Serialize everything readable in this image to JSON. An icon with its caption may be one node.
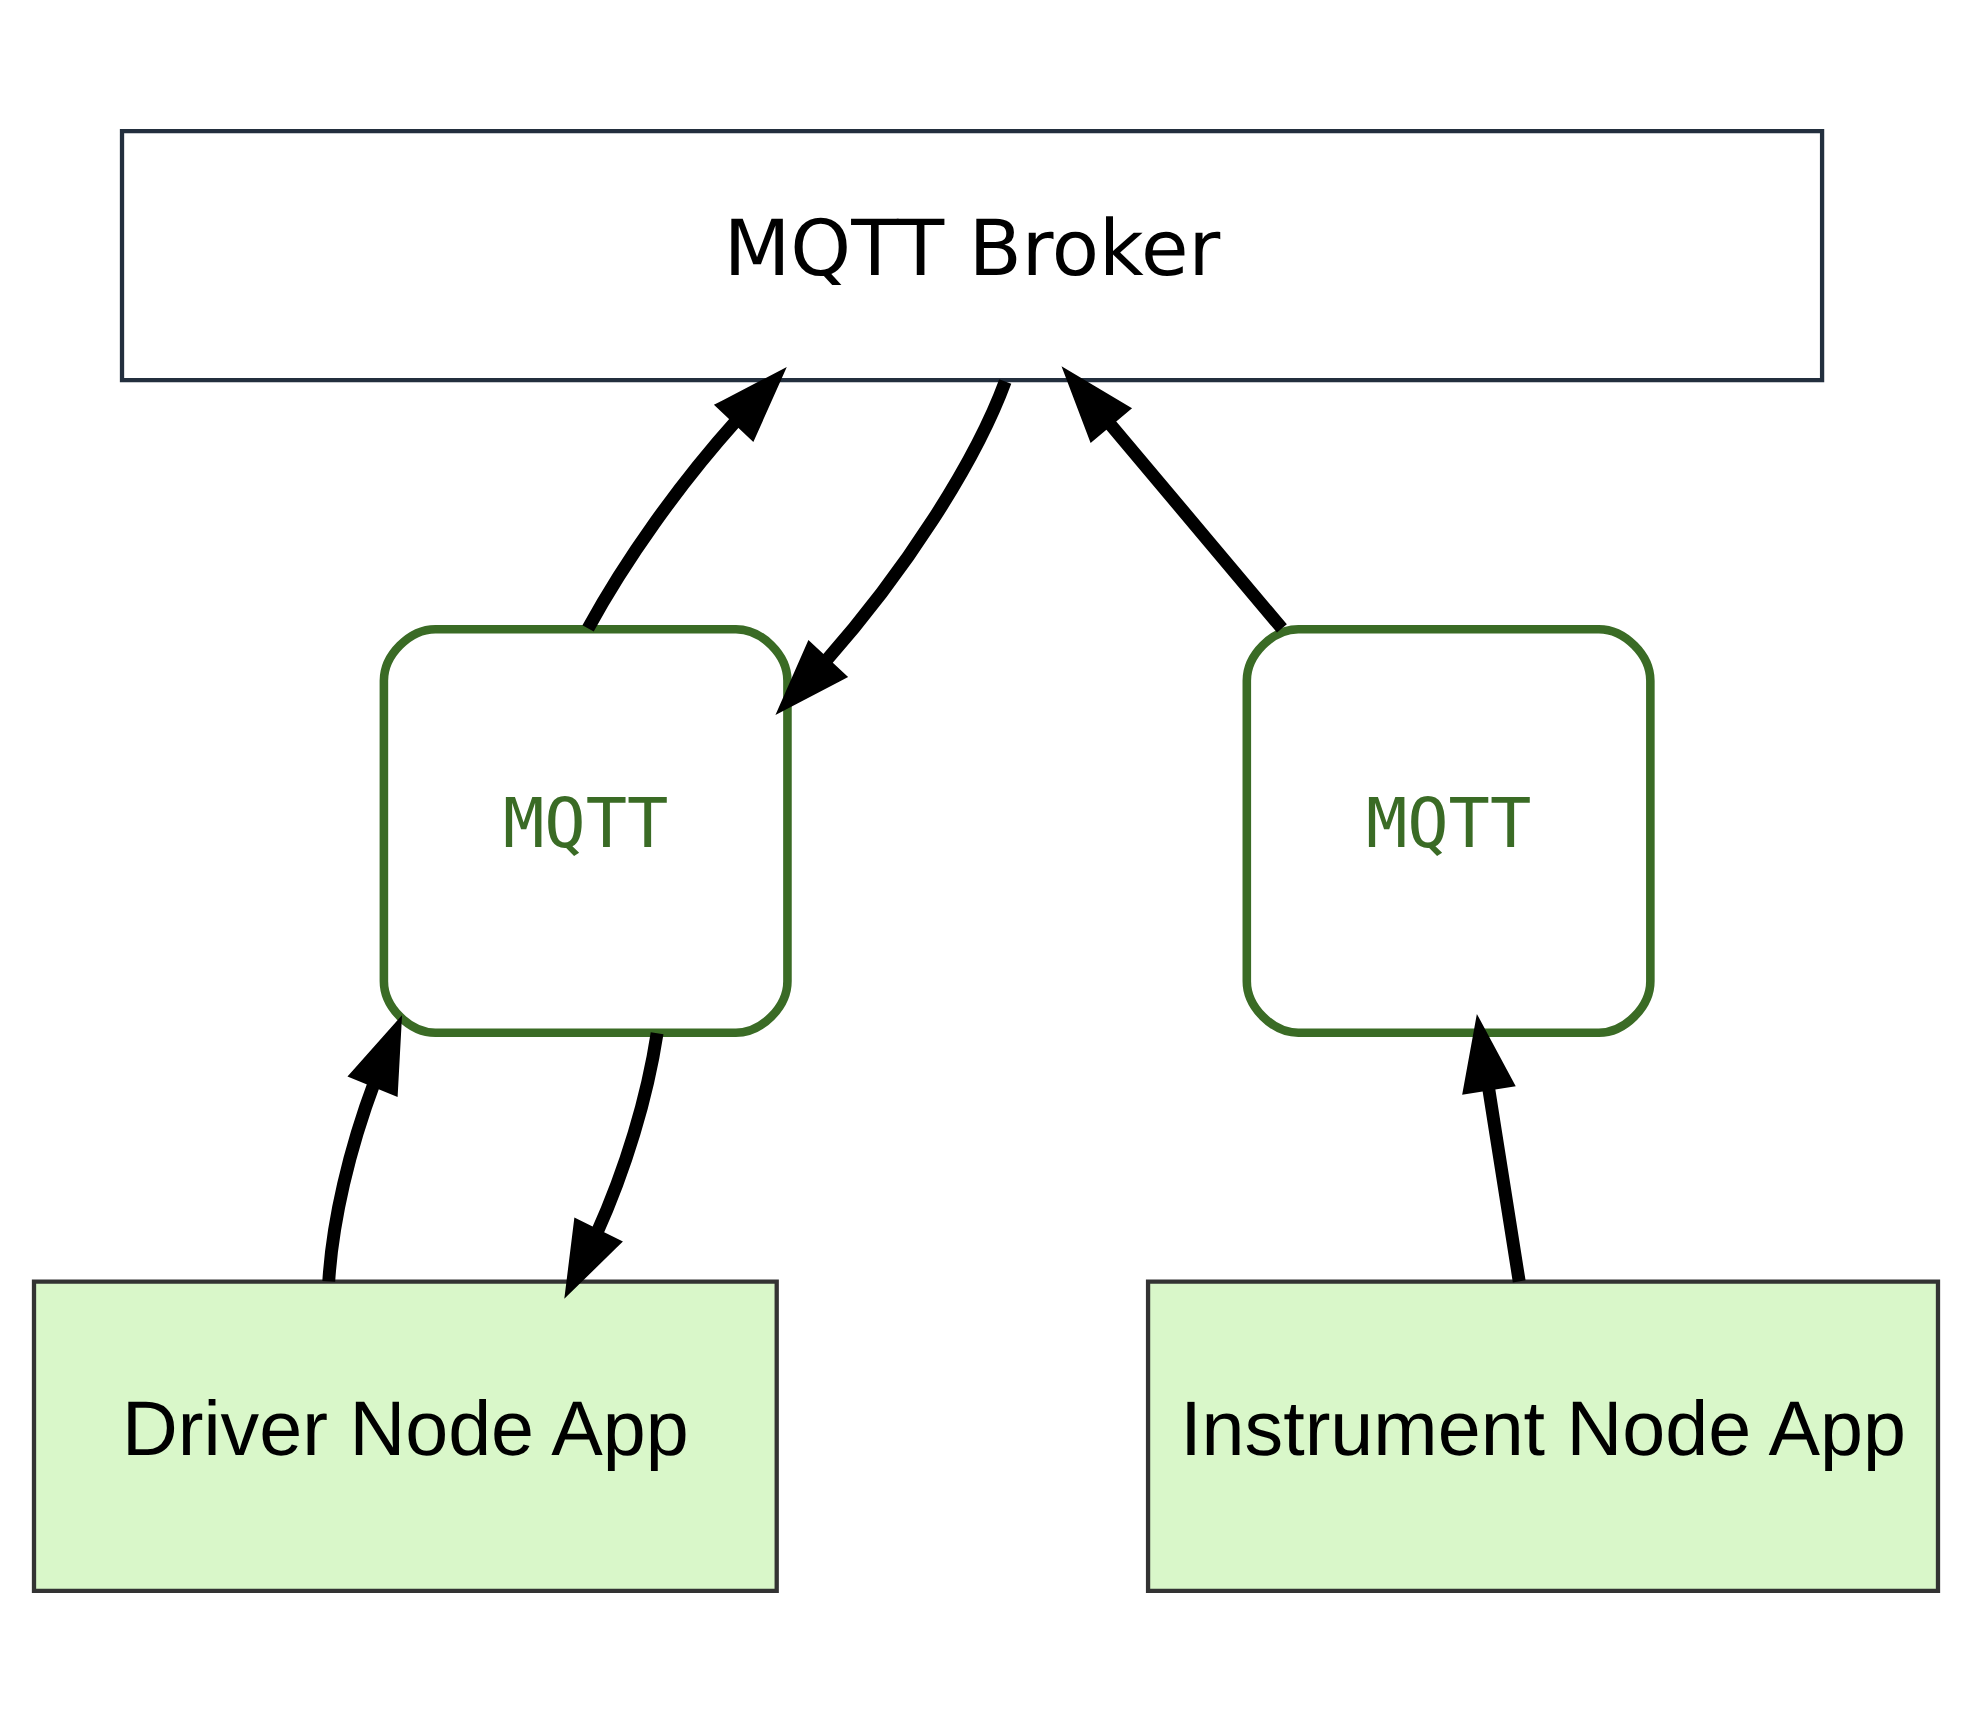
{
  "diagram": {
    "nodes": [
      {
        "text": [
          "MQTT Broker"
        ]
      },
      {
        "text": [
          "MQTT"
        ]
      },
      {
        "text": [
          "MQTT"
        ]
      },
      {
        "text": [
          "Driver Node App"
        ]
      },
      {
        "text": [
          "Instrument Node App"
        ]
      }
    ],
    "edges": [
      {
        "from": 0,
        "to": 1,
        "arrow": "to"
      },
      {
        "from": 1,
        "to": 0,
        "arrow": "to"
      },
      {
        "from": 2,
        "to": 0,
        "arrow": "to"
      },
      {
        "from": 1,
        "to": 3,
        "arrow": "to"
      },
      {
        "from": 3,
        "to": 1,
        "arrow": "to"
      },
      {
        "from": 4,
        "to": 2,
        "arrow": "to"
      }
    ]
  }
}
